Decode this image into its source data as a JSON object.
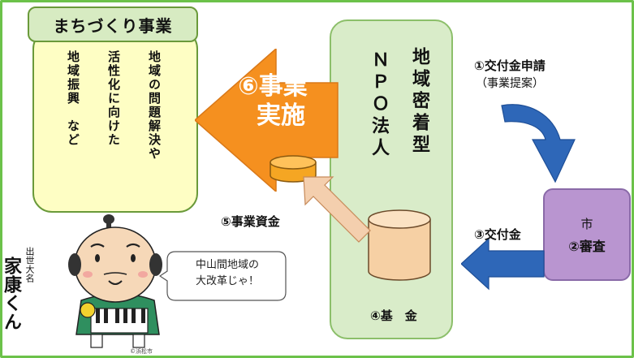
{
  "left_box": {
    "title": "まちづくり事業",
    "col1": "地域の問題解決や",
    "col2": "活性化に向けた",
    "col3": "地域振興　など"
  },
  "npo": {
    "col_left": "ＮＰＯ法人",
    "col_right": "地域密着型"
  },
  "arrow": {
    "line1": "⑥事業",
    "line2": "実施"
  },
  "steps": {
    "apply": "①交付金申請",
    "apply_sub": "（事業提案）",
    "grant": "③交付金",
    "fund": "④基　金",
    "money": "⑤事業資金"
  },
  "city": {
    "name": "市",
    "review": "②審査"
  },
  "mascot": {
    "name": "家康くん",
    "title": "出世大名",
    "speech_line1": "中山間地域の",
    "speech_line2": "大改革じゃ！",
    "copyright": "©浜松市"
  },
  "colors": {
    "frame": "#6cc24a",
    "machi_fill": "#fefec4",
    "npo_fill": "#d9ecc9",
    "orange_arrow": "#f5901f",
    "blue_arrow": "#2e67b8",
    "city_fill": "#b995d0",
    "fund_arrow": "#f4cfae"
  }
}
